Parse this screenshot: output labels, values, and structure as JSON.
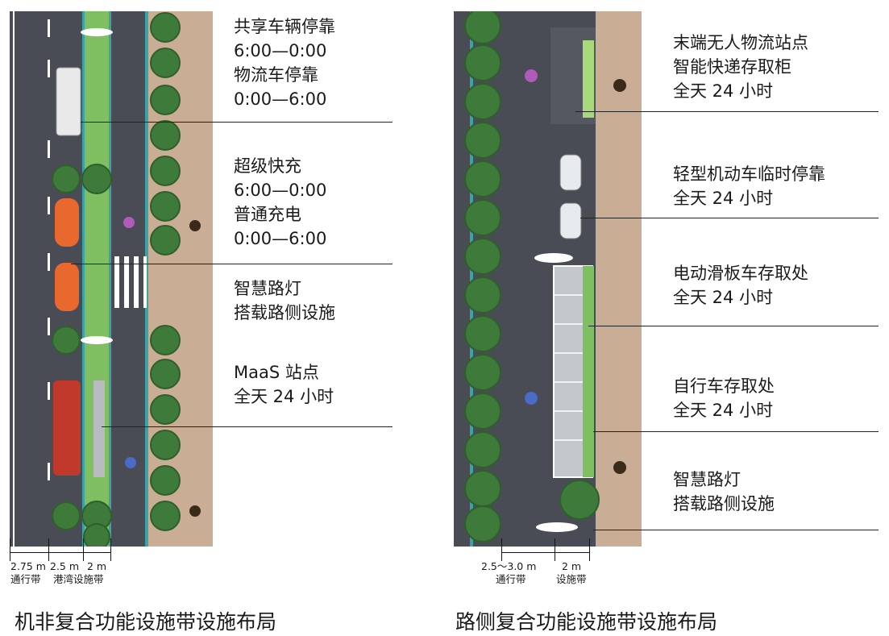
{
  "left": {
    "labels": [
      [
        "共享车辆停靠",
        "6:00—0:00",
        "物流车停靠",
        "0:00—6:00"
      ],
      [
        "超级快充",
        "6:00—0:00",
        "普通充电",
        "0:00—6:00"
      ],
      [
        "智慧路灯",
        "搭载路侧设施"
      ],
      [
        "MaaS 站点",
        "全天 24 小时"
      ]
    ],
    "dims": [
      "2.75 m",
      "2.5 m",
      "2 m"
    ],
    "zones": [
      "通行带",
      "港湾设施带"
    ],
    "caption": "机非复合功能设施带设施布局"
  },
  "right": {
    "labels": [
      [
        "末端无人物流站点",
        "智能快递存取柜",
        "全天 24 小时"
      ],
      [
        "轻型机动车临时停靠",
        "全天 24 小时"
      ],
      [
        "电动滑板车存取处",
        "全天 24 小时"
      ],
      [
        "自行车存取处",
        "全天 24 小时"
      ],
      [
        "智慧路灯",
        "搭载路侧设施"
      ]
    ],
    "dims": [
      "2.5～3.0 m",
      "2 m"
    ],
    "zones": [
      "通行带",
      "设施带"
    ],
    "caption": "路侧复合功能设施带设施布局"
  },
  "colors": {
    "road": "#4a4c55",
    "green_strip": "#7fbf62",
    "sidewalk": "#c9ad94",
    "tree": "#3e7a3a",
    "car": "#e8682e",
    "bus": "#c0392b"
  }
}
